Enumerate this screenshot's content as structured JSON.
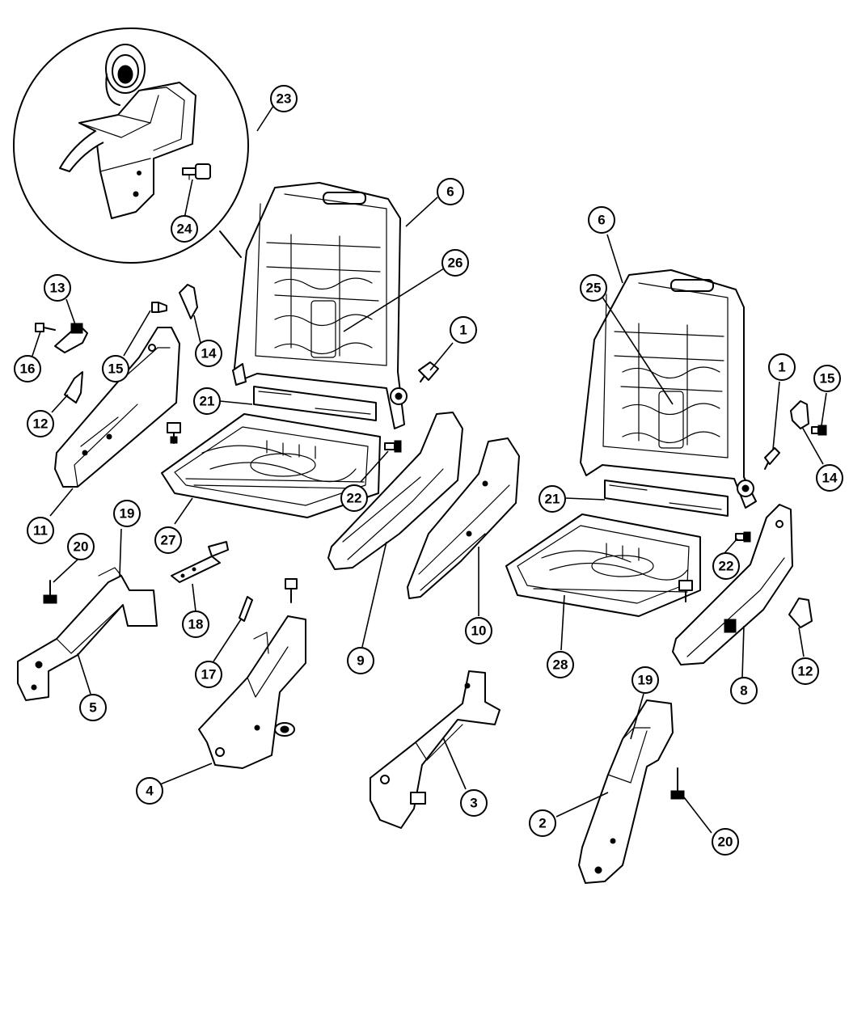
{
  "callouts": [
    {
      "id": "c23",
      "label": "23"
    },
    {
      "id": "c24",
      "label": "24"
    },
    {
      "id": "c6a",
      "label": "6"
    },
    {
      "id": "c26",
      "label": "26"
    },
    {
      "id": "c13",
      "label": "13"
    },
    {
      "id": "c16",
      "label": "16"
    },
    {
      "id": "c15a",
      "label": "15"
    },
    {
      "id": "c14a",
      "label": "14"
    },
    {
      "id": "c12a",
      "label": "12"
    },
    {
      "id": "c11",
      "label": "11"
    },
    {
      "id": "c21a",
      "label": "21"
    },
    {
      "id": "c1a",
      "label": "1"
    },
    {
      "id": "c22a",
      "label": "22"
    },
    {
      "id": "c27",
      "label": "27"
    },
    {
      "id": "c18",
      "label": "18"
    },
    {
      "id": "c20a",
      "label": "20"
    },
    {
      "id": "c19a",
      "label": "19"
    },
    {
      "id": "c5",
      "label": "5"
    },
    {
      "id": "c17",
      "label": "17"
    },
    {
      "id": "c4",
      "label": "4"
    },
    {
      "id": "c9",
      "label": "9"
    },
    {
      "id": "c10",
      "label": "10"
    },
    {
      "id": "c3",
      "label": "3"
    },
    {
      "id": "c6b",
      "label": "6"
    },
    {
      "id": "c25",
      "label": "25"
    },
    {
      "id": "c1b",
      "label": "1"
    },
    {
      "id": "c15b",
      "label": "15"
    },
    {
      "id": "c14b",
      "label": "14"
    },
    {
      "id": "c21b",
      "label": "21"
    },
    {
      "id": "c22b",
      "label": "22"
    },
    {
      "id": "c28",
      "label": "28"
    },
    {
      "id": "c8",
      "label": "8"
    },
    {
      "id": "c12b",
      "label": "12"
    },
    {
      "id": "c19b",
      "label": "19"
    },
    {
      "id": "c2",
      "label": "2"
    },
    {
      "id": "c20b",
      "label": "20"
    }
  ]
}
